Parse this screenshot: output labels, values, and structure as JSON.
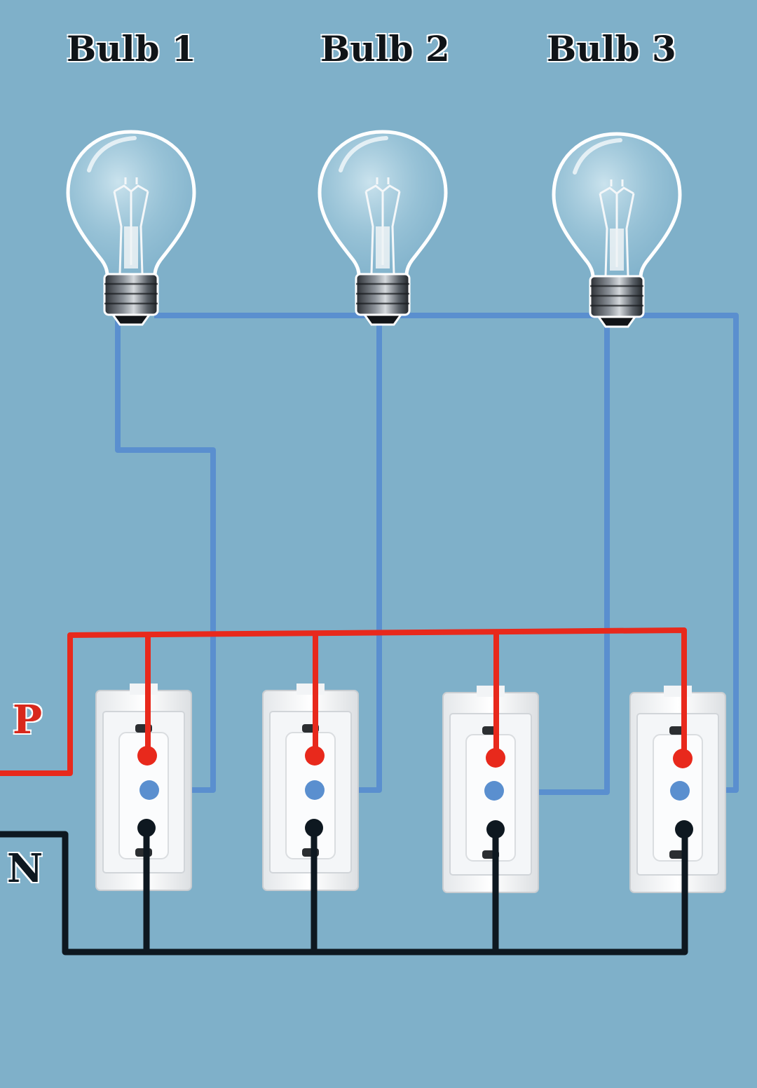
{
  "bulbs": [
    {
      "label": "Bulb 1"
    },
    {
      "label": "Bulb 2"
    },
    {
      "label": "Bulb 3"
    }
  ],
  "terminals": {
    "phase": "P",
    "neutral": "N"
  },
  "colors": {
    "background": "#7fb0c9",
    "phase_wire": "#e8291c",
    "neutral_wire": "#0e1820",
    "load_wire": "#5a8fcf"
  },
  "switch_count": 4
}
